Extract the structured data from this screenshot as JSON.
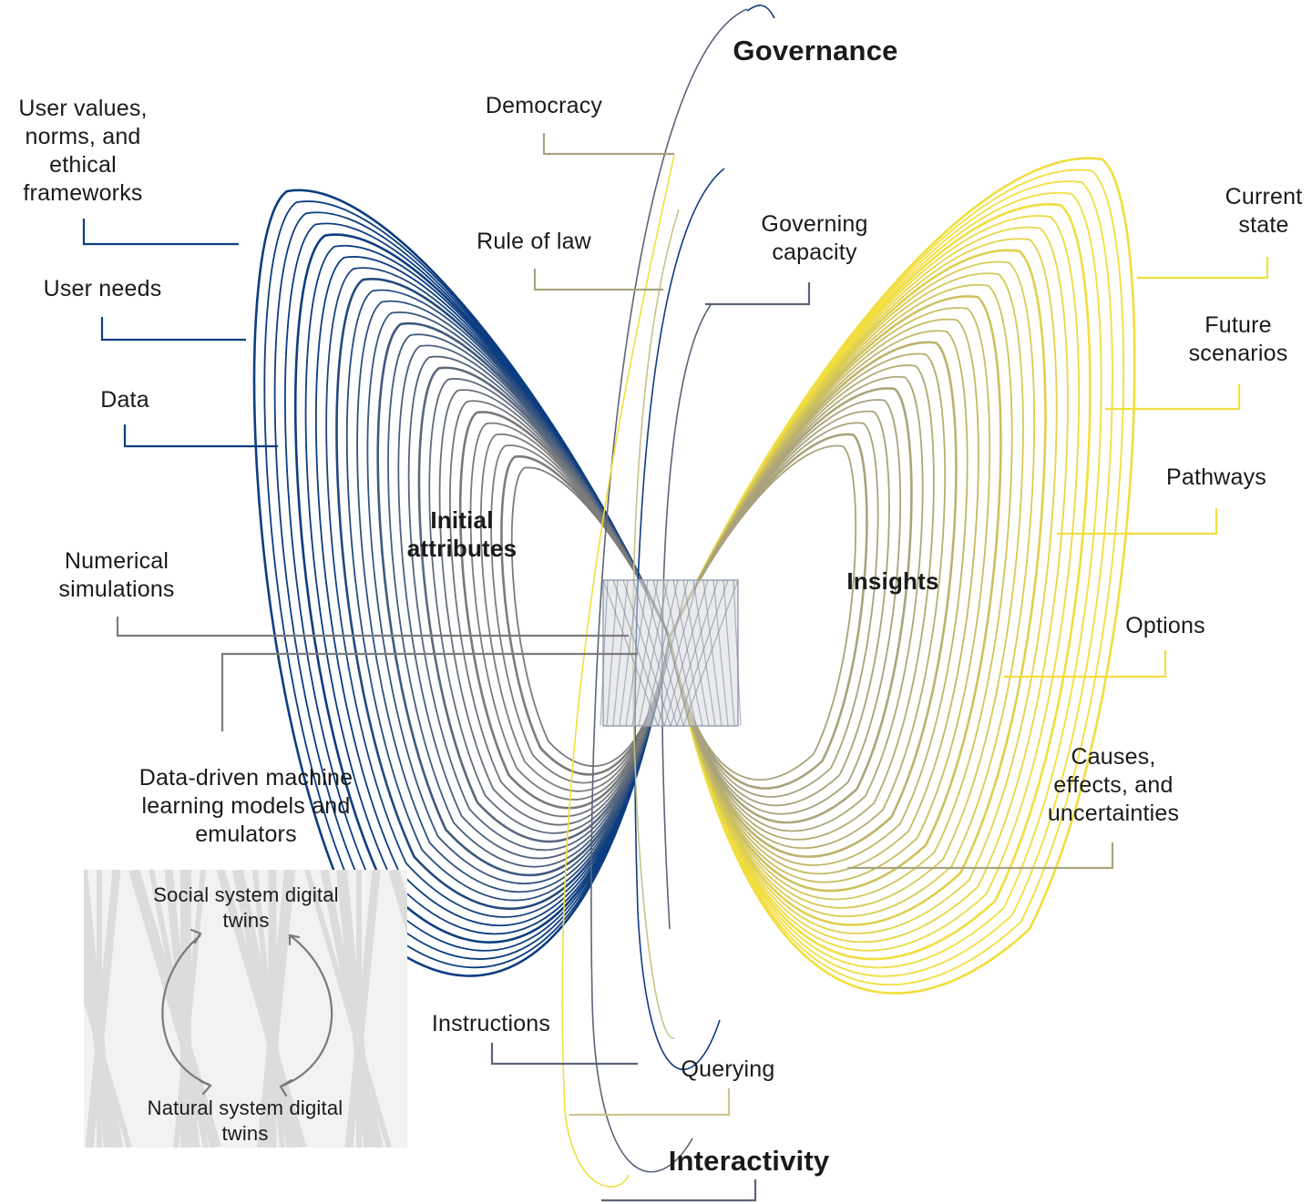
{
  "figure": {
    "top_label": "Governance",
    "bottom_label": "Interactivity",
    "left_wing_label": "Initial\nattributes",
    "right_wing_label": "Insights",
    "left_inputs": [
      "User values,\nnorms, and\nethical\nframeworks",
      "User needs",
      "Data"
    ],
    "center_methods": [
      "Numerical\nsimulations",
      "Data-driven machine\nlearning models and\nemulators"
    ],
    "governance_items": [
      "Democracy",
      "Rule of law",
      "Governing\ncapacity"
    ],
    "right_outputs": [
      "Current\nstate",
      "Future\nscenarios",
      "Pathways",
      "Options",
      "Causes,\neffects, and\nuncertainties"
    ],
    "interactivity_items": [
      "Instructions",
      "Querying"
    ],
    "inset": {
      "top_label": "Social system digital\ntwins",
      "bottom_label": "Natural system digital\ntwins"
    }
  },
  "colors": {
    "blue": "#0d3d80",
    "grey": "#7c7c7c",
    "yellow": "#f1de3e",
    "olive": "#a9a27c",
    "slate": "#5b6478"
  }
}
